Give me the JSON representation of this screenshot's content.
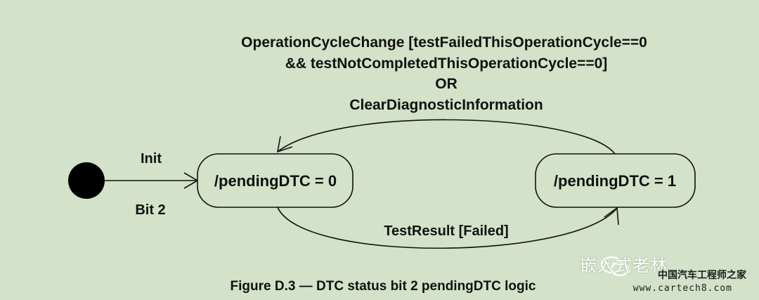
{
  "top_label": {
    "line1": "OperationCycleChange [testFailedThisOperationCycle==0",
    "line2": "&& testNotCompletedThisOperationCycle==0]",
    "line3": "OR",
    "line4": "ClearDiagnosticInformation"
  },
  "initial": {
    "label_top": "Init",
    "label_bottom": "Bit 2"
  },
  "states": {
    "state0": "/pendingDTC = 0",
    "state1": "/pendingDTC = 1"
  },
  "bottom_label": "TestResult [Failed]",
  "caption": "Figure D.3 — DTC status bit 2 pendingDTC logic",
  "watermark": {
    "brand": "嵌入式老林",
    "sub": "中国汽车工程师之家",
    "url": "www.cartech8.com"
  },
  "colors": {
    "background": "#d3e2c8",
    "line": "#111111"
  }
}
